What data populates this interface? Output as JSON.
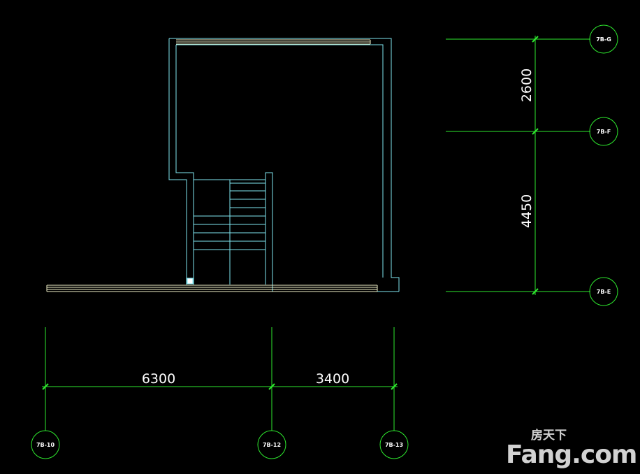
{
  "colors": {
    "background": "#000000",
    "dimension": "#2ee82e",
    "wall": "#7fe6f0",
    "floor": "#f1f1c8",
    "watermark": "#d2d2d2"
  },
  "axes": {
    "horizontal": [
      {
        "id": "g",
        "label": "7B-G"
      },
      {
        "id": "f",
        "label": "7B-F"
      },
      {
        "id": "e",
        "label": "7B-E"
      }
    ],
    "vertical": [
      {
        "id": "10",
        "label": "7B-10"
      },
      {
        "id": "12",
        "label": "7B-12"
      },
      {
        "id": "13",
        "label": "7B-13"
      }
    ]
  },
  "dimensions": {
    "horizontal": [
      "6300",
      "3400"
    ],
    "vertical": [
      "2600",
      "4450"
    ]
  },
  "watermark": {
    "chinese": "房天下",
    "english": "Fang.com"
  }
}
